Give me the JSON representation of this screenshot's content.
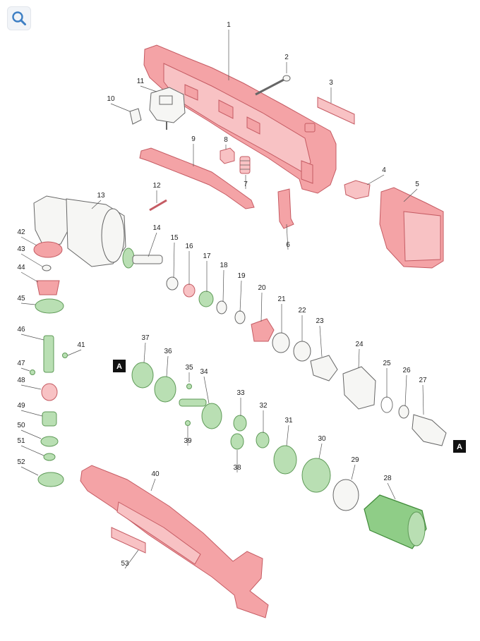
{
  "toolbar": {
    "zoom_icon": "search-icon"
  },
  "callouts": [
    {
      "id": "1",
      "text": "1"
    },
    {
      "id": "2",
      "text": "2"
    },
    {
      "id": "3",
      "text": "3"
    },
    {
      "id": "4",
      "text": "4"
    },
    {
      "id": "5",
      "text": "5"
    },
    {
      "id": "6",
      "text": "6"
    },
    {
      "id": "7",
      "text": "7"
    },
    {
      "id": "8",
      "text": "8"
    },
    {
      "id": "9",
      "text": "9"
    },
    {
      "id": "10",
      "text": "10"
    },
    {
      "id": "11",
      "text": "11"
    },
    {
      "id": "12",
      "text": "12"
    },
    {
      "id": "13",
      "text": "13"
    },
    {
      "id": "14",
      "text": "14"
    },
    {
      "id": "15",
      "text": "15"
    },
    {
      "id": "16",
      "text": "16"
    },
    {
      "id": "17",
      "text": "17"
    },
    {
      "id": "18",
      "text": "18"
    },
    {
      "id": "19",
      "text": "19"
    },
    {
      "id": "20",
      "text": "20"
    },
    {
      "id": "21",
      "text": "21"
    },
    {
      "id": "22",
      "text": "22"
    },
    {
      "id": "23",
      "text": "23"
    },
    {
      "id": "24",
      "text": "24"
    },
    {
      "id": "25",
      "text": "25"
    },
    {
      "id": "26",
      "text": "26"
    },
    {
      "id": "27",
      "text": "27"
    },
    {
      "id": "28",
      "text": "28"
    },
    {
      "id": "29",
      "text": "29"
    },
    {
      "id": "30",
      "text": "30"
    },
    {
      "id": "31",
      "text": "31"
    },
    {
      "id": "32",
      "text": "32"
    },
    {
      "id": "33",
      "text": "33"
    },
    {
      "id": "34",
      "text": "34"
    },
    {
      "id": "35",
      "text": "35"
    },
    {
      "id": "36",
      "text": "36"
    },
    {
      "id": "37",
      "text": "37"
    },
    {
      "id": "38",
      "text": "38"
    },
    {
      "id": "39",
      "text": "39"
    },
    {
      "id": "40",
      "text": "40"
    },
    {
      "id": "41",
      "text": "41"
    },
    {
      "id": "42",
      "text": "42"
    },
    {
      "id": "43",
      "text": "43"
    },
    {
      "id": "44",
      "text": "44"
    },
    {
      "id": "45",
      "text": "45"
    },
    {
      "id": "46",
      "text": "46"
    },
    {
      "id": "47",
      "text": "47"
    },
    {
      "id": "48",
      "text": "48"
    },
    {
      "id": "49",
      "text": "49"
    },
    {
      "id": "50",
      "text": "50"
    },
    {
      "id": "51",
      "text": "51"
    },
    {
      "id": "52",
      "text": "52"
    },
    {
      "id": "53",
      "text": "53"
    }
  ],
  "section_marks": [
    {
      "id": "left",
      "text": "A"
    },
    {
      "id": "right",
      "text": "A"
    }
  ],
  "colors": {
    "housing": "#f4a3a6",
    "gear": "#b9dfb3",
    "motor": "#8fcd87",
    "neutral": "#f6f6f4"
  }
}
